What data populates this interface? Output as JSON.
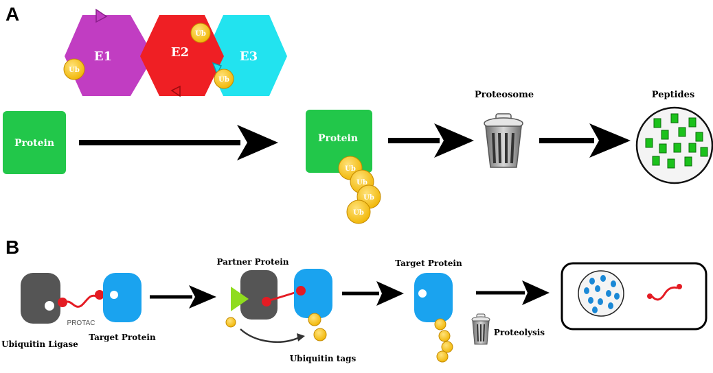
{
  "panel_a": {
    "letter": "A",
    "enzymes": [
      {
        "label": "E1",
        "color": "#c13dc2"
      },
      {
        "label": "E2",
        "color": "#ef1f24"
      },
      {
        "label": "E3",
        "color": "#22e3ef"
      }
    ],
    "ub_label": "Ub",
    "protein_label": "Protein",
    "protein_ub_label": "Protein",
    "proteosome_label": "Proteosome",
    "peptides_label": "Peptides"
  },
  "panel_b": {
    "letter": "B",
    "ubiquitin_ligase_label": "Ubiquitin Ligase",
    "protac_label": "PROTAC",
    "target_protein_label_1": "Target Protein",
    "partner_protein_label": "Partner Protein",
    "ubiquitin_tags_label": "Ubiquitin tags",
    "target_protein_label_2": "Target Protein",
    "proteolysis_label": "Proteolysis"
  },
  "colors": {
    "protein_green": "#22c74a",
    "ub_yellow": "#f7c21a",
    "target_blue": "#1aa3ef",
    "ligase_grey": "#555555",
    "protac_red": "#e41b23",
    "ligand_green": "#8fdc1e"
  }
}
